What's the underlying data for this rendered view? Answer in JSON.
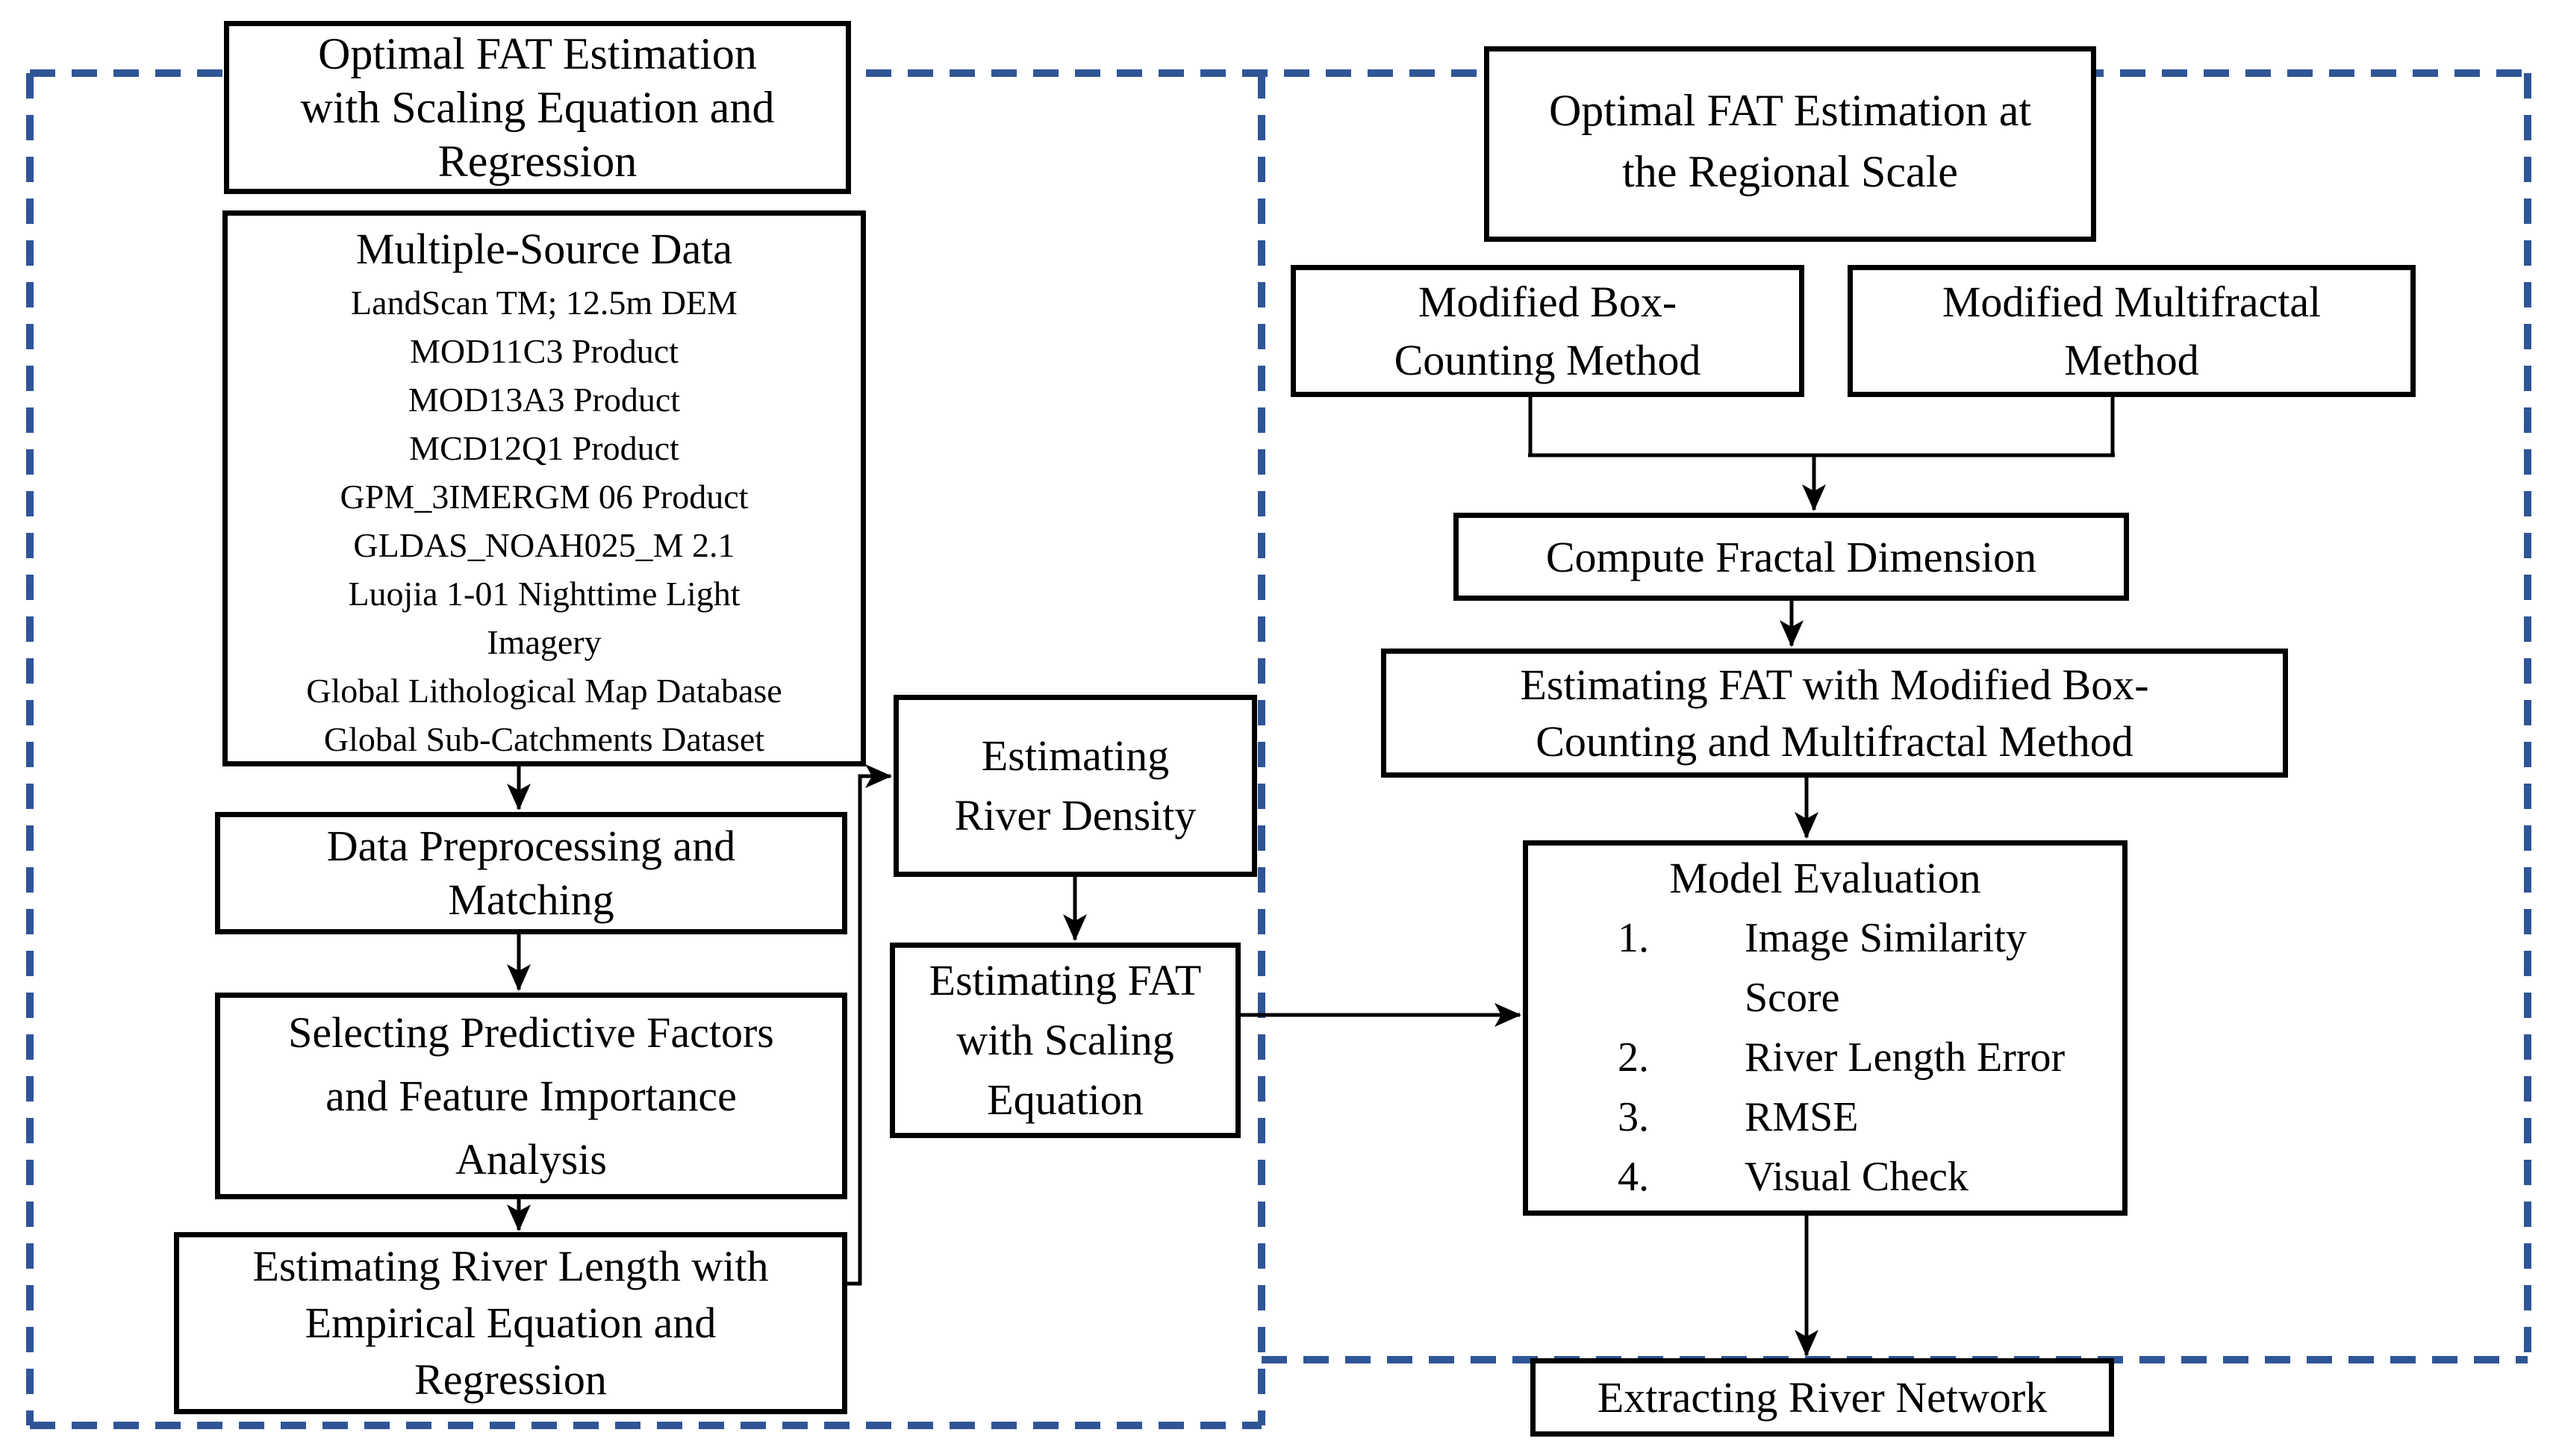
{
  "palette": {
    "dashed_border_blue": "#2f5597",
    "box_border_black": "#000000",
    "background": "#ffffff",
    "text": "#000000"
  },
  "left_region": {
    "title_lines": [
      "Optimal FAT Estimation",
      "with Scaling Equation and",
      "Regression"
    ],
    "multi_source_data": {
      "heading": "Multiple-Source Data",
      "source_lines": [
        "LandScan TM; 12.5m DEM",
        "MOD11C3 Product",
        "MOD13A3 Product",
        "MCD12Q1 Product",
        "GPM_3IMERGM 06 Product",
        "GLDAS_NOAH025_M 2.1",
        "Luojia 1-01 Nighttime Light",
        "Imagery",
        "Global Lithological Map Database",
        "Global Sub-Catchments Dataset"
      ]
    },
    "data_preprocessing_lines": [
      "Data Preprocessing and",
      "Matching"
    ],
    "selecting_factors_lines": [
      "Selecting Predictive Factors",
      "and Feature Importance",
      "Analysis"
    ],
    "river_length_lines": [
      "Estimating River Length with",
      "Empirical Equation and",
      "Regression"
    ],
    "river_density_lines": [
      "Estimating",
      "River Density"
    ],
    "fat_scaling_lines": [
      "Estimating FAT",
      "with Scaling",
      "Equation"
    ]
  },
  "right_region": {
    "title_lines": [
      "Optimal FAT Estimation at",
      "the Regional Scale"
    ],
    "box_counting_lines": [
      "Modified Box-",
      "Counting Method"
    ],
    "multifractal_lines": [
      "Modified Multifractal",
      "Method"
    ],
    "fractal_dimension": "Compute Fractal Dimension",
    "fat_modified_lines": [
      "Estimating FAT with Modified Box-",
      "Counting and Multifractal Method"
    ],
    "model_evaluation": {
      "heading": "Model Evaluation",
      "items": [
        {
          "num": "1.",
          "text": "Image Similarity Score"
        },
        {
          "num": "2.",
          "text": "River Length Error"
        },
        {
          "num": "3.",
          "text": "RMSE"
        },
        {
          "num": "4.",
          "text": "Visual Check"
        }
      ]
    },
    "extracting_river_network": "Extracting River Network"
  }
}
